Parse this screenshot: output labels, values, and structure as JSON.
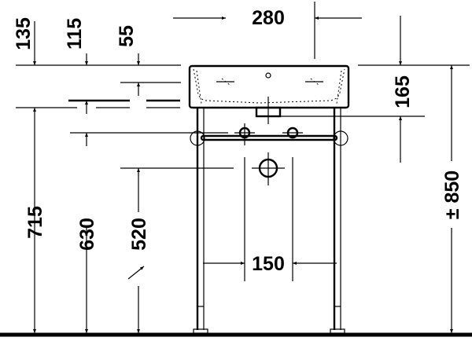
{
  "drawing": {
    "title": "Washbasin with metal console front elevation",
    "dimensions": {
      "top_width": "280",
      "overflow_135": "135",
      "overflow_115": "115",
      "overflow_55": "55",
      "basin_height": "165",
      "total_height": "± 850",
      "height_715": "715",
      "height_630": "630",
      "height_520": "520",
      "waste_spacing": "150"
    },
    "line_color": "#000000",
    "background": "#ffffff"
  }
}
